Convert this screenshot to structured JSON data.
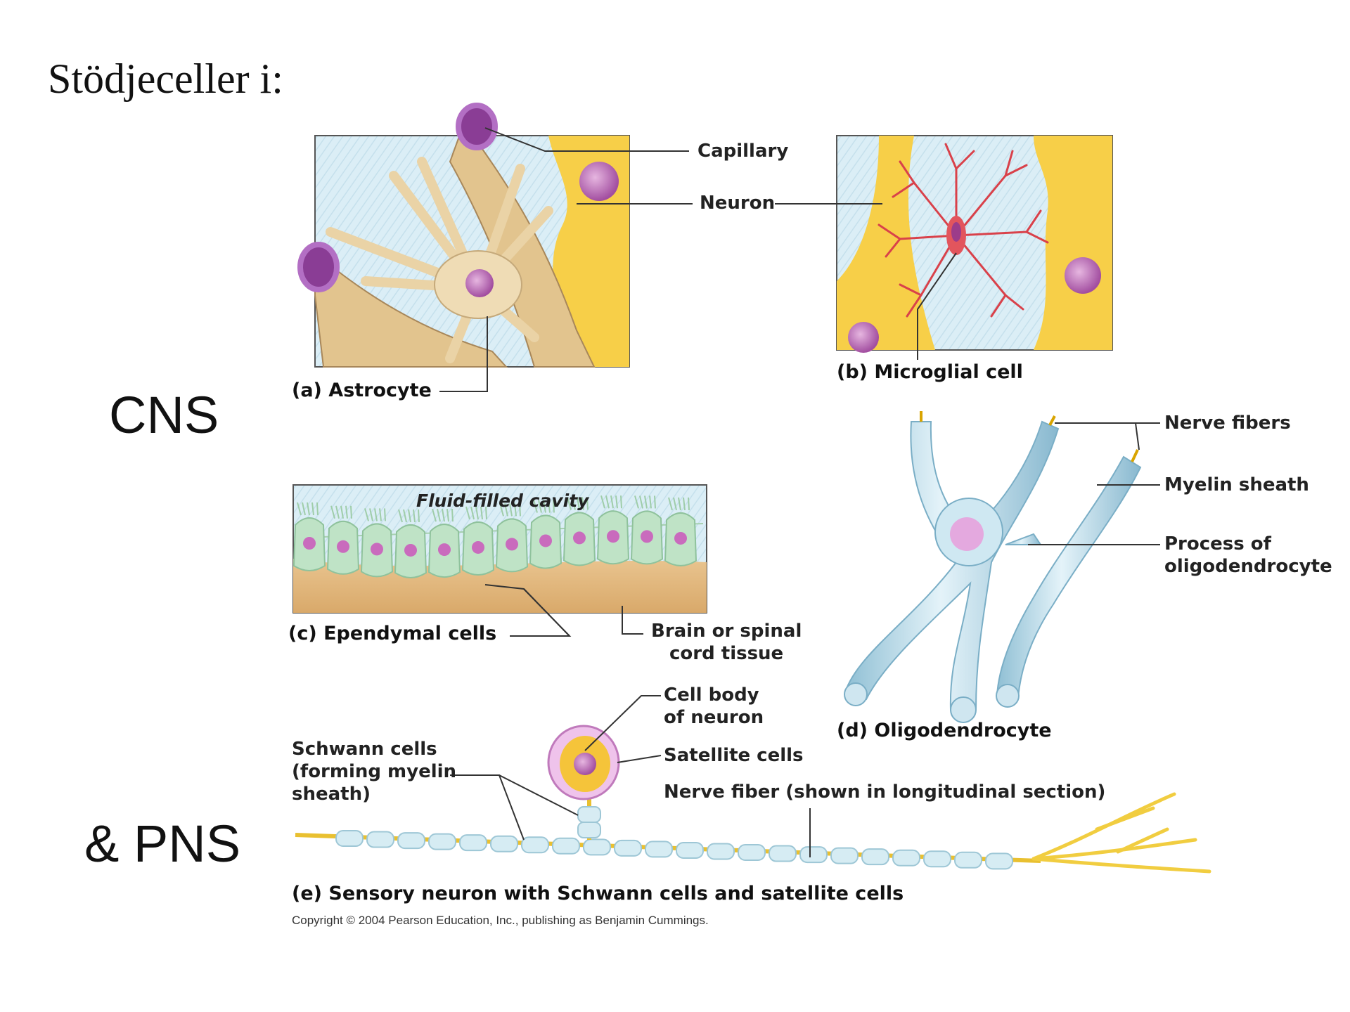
{
  "title": "Stödjeceller i:",
  "regions": {
    "cns": "CNS",
    "pns": "& PNS"
  },
  "panels": {
    "a": {
      "caption": "(a) Astrocyte",
      "labels": {
        "capillary": "Capillary",
        "neuron": "Neuron"
      }
    },
    "b": {
      "caption": "(b) Microglial cell"
    },
    "c": {
      "caption": "(c) Ependymal cells",
      "cavity": "Fluid-filled cavity",
      "tissue_line1": "Brain or spinal",
      "tissue_line2": "cord tissue"
    },
    "d": {
      "caption": "(d) Oligodendrocyte",
      "nerve_fibers": "Nerve fibers",
      "myelin_sheath": "Myelin sheath",
      "process_line1": "Process of",
      "process_line2": "oligodendrocyte"
    },
    "e": {
      "caption": "(e) Sensory neuron with Schwann cells and satellite cells",
      "cell_body_line1": "Cell body",
      "cell_body_line2": "of neuron",
      "schwann_line1": "Schwann cells",
      "schwann_line2": "(forming myelin",
      "schwann_line3": "sheath)",
      "satellite": "Satellite cells",
      "nerve_fiber": "Nerve fiber (shown in longitudinal section)"
    }
  },
  "copyright": "Copyright © 2004 Pearson Education, Inc., publishing as Benjamin Cummings.",
  "colors": {
    "astrocyte": "#e8cfa0",
    "neuron_yellow": "#f7cf48",
    "nucleus": "#b768b4",
    "microglia": "#d9414a",
    "ependymal": "#bfe3c6",
    "myelin": "#b9dcea",
    "tissue": "#e3b880",
    "background_blue": "#d8ecf4"
  }
}
